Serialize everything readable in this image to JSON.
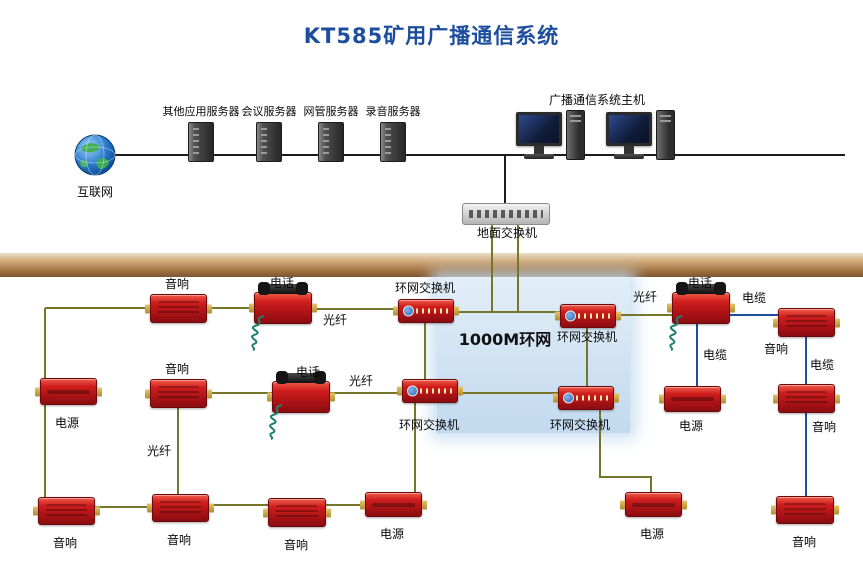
{
  "title": "KT585矿用广播通信系统",
  "surface": {
    "internet_label": "互联网",
    "servers": [
      {
        "label": "其他应用服务器"
      },
      {
        "label": "会议服务器"
      },
      {
        "label": "网管服务器"
      },
      {
        "label": "录音服务器"
      }
    ],
    "host_label": "广播通信系统主机",
    "ground_switch_label": "地面交换机"
  },
  "underground": {
    "ring_label": "1000M环网",
    "link_labels": {
      "fiber": "光纤",
      "cable": "电缆"
    },
    "nodes": {
      "speaker_top_left": {
        "label": "音响"
      },
      "phone_top_left": {
        "label": "电话"
      },
      "ring_switch_nw": {
        "label": "环网交换机"
      },
      "ring_switch_ne": {
        "label": "环网交换机"
      },
      "phone_top_right": {
        "label": "电话"
      },
      "speaker_right_top": {
        "label": "音响"
      },
      "power_left": {
        "label": "电源"
      },
      "speaker_mid_left": {
        "label": "音响"
      },
      "phone_mid_left": {
        "label": "电话"
      },
      "ring_switch_sw": {
        "label": "环网交换机"
      },
      "ring_switch_se": {
        "label": "环网交换机"
      },
      "power_right": {
        "label": "电源"
      },
      "speaker_right_mid": {
        "label": "音响"
      },
      "speaker_bottom_1": {
        "label": "音响"
      },
      "speaker_bottom_2": {
        "label": "音响"
      },
      "speaker_bottom_3": {
        "label": "音响"
      },
      "power_bottom_left": {
        "label": "电源"
      },
      "power_bottom_right": {
        "label": "电源"
      },
      "speaker_bottom_right": {
        "label": "音响"
      }
    }
  },
  "colors": {
    "title_blue": "#1d4e9e",
    "device_red": "#c01418",
    "line_olive": "#76762b",
    "line_blue": "#1d4f9b",
    "surface_band_brown": "#9a6f42",
    "ring_area_blue": "#cfe3f4"
  }
}
